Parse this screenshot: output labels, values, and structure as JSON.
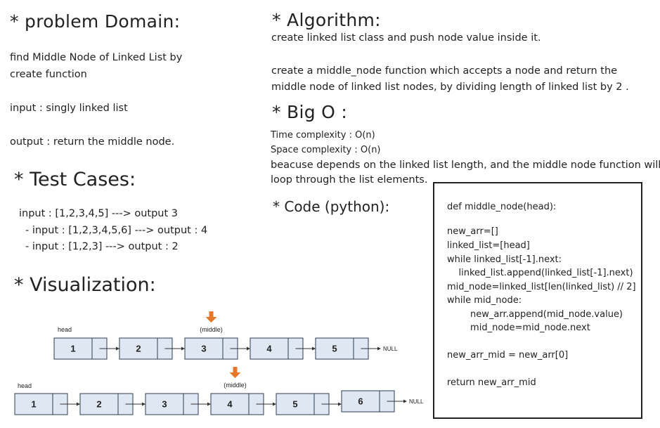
{
  "problem": {
    "heading": "* problem Domain:",
    "desc1": "find Middle Node of Linked List by",
    "desc2": "create function",
    "input": "input : singly linked list",
    "output": "output : return the middle node."
  },
  "tests": {
    "heading": "* Test Cases:",
    "cases": [
      "input : [1,2,3,4,5] ---> output 3",
      "- input : [1,2,3,4,5,6] ---> output : 4",
      "- input : [1,2,3] ---> output : 2"
    ]
  },
  "visualization": {
    "heading": "* Visualization:",
    "list1": {
      "head_label": "head",
      "middle_label": "(middle)",
      "nodes": [
        "1",
        "2",
        "3",
        "4",
        "5"
      ],
      "null_label": "NULL",
      "middle_index": 2
    },
    "list2": {
      "head_label": "head",
      "middle_label": "(middle)",
      "nodes": [
        "1",
        "2",
        "3",
        "4",
        "5",
        "6"
      ],
      "null_label": "NULL",
      "middle_index": 3
    },
    "arrow_color": "#e8762b",
    "node_fill": "#dfe7f3",
    "node_stroke": "#2b3d52"
  },
  "algorithm": {
    "heading": "* Algorithm:",
    "line1": "create linked list class and push node value inside it.",
    "line2": "create a middle_node function which accepts a node and return the",
    "line3": "middle node of linked list nodes, by dividing length of linked list by 2 ."
  },
  "bigo": {
    "heading": "* Big O :",
    "time": "Time complexity : O(n)",
    "space": "Space complexity : O(n)",
    "reason1": "beacuse depends on the linked list length, and the middle node function will",
    "reason2": "loop through the list elements."
  },
  "code": {
    "heading": "* Code (python):",
    "lines": [
      "def middle_node(head):",
      "",
      "new_arr=[]",
      "linked_list=[head]",
      "while linked_list[-1].next:",
      "    linked_list.append(linked_list[-1].next)",
      "mid_node=linked_list[len(linked_list) // 2]",
      "while mid_node:",
      "        new_arr.append(mid_node.value)",
      "        mid_node=mid_node.next",
      "",
      "new_arr_mid = new_arr[0]",
      "",
      "return new_arr_mid"
    ]
  }
}
